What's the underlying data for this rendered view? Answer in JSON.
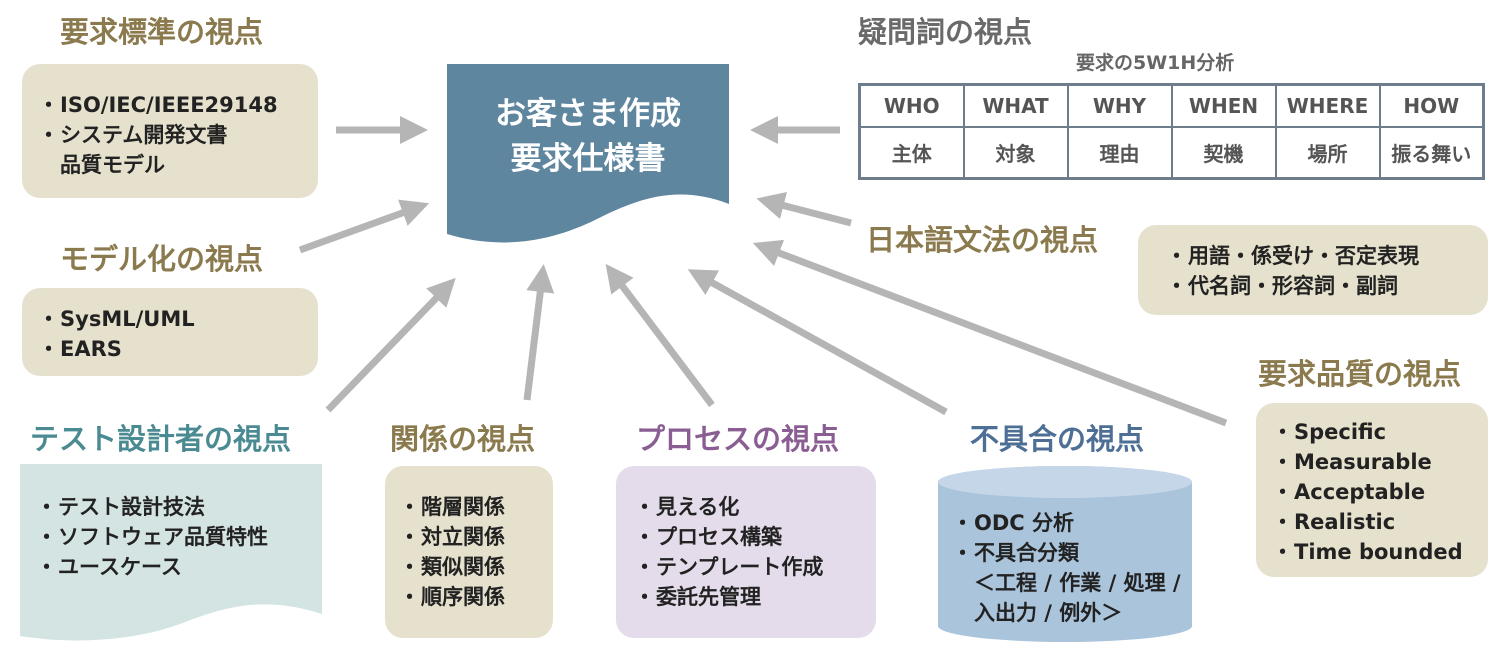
{
  "center": {
    "line1": "お客さま作成",
    "line2": "要求仕様書"
  },
  "standards": {
    "title": "要求標準の視点",
    "items": [
      "ISO/IEC/IEEE29148",
      "システム開発文書",
      "品質モデル"
    ]
  },
  "modeling": {
    "title": "モデル化の視点",
    "items": [
      "SysML/UML",
      "EARS"
    ]
  },
  "test": {
    "title": "テスト設計者の視点",
    "items": [
      "テスト設計技法",
      "ソフトウェア品質特性",
      "ユースケース"
    ]
  },
  "relation": {
    "title": "関係の視点",
    "items": [
      "階層関係",
      "対立関係",
      "類似関係",
      "順序関係"
    ]
  },
  "process": {
    "title": "プロセスの視点",
    "items": [
      "見える化",
      "プロセス構築",
      "テンプレート作成",
      "委託先管理"
    ]
  },
  "defect": {
    "title": "不具合の視点",
    "items": [
      "ODC 分析",
      "不具合分類",
      "＜工程 / 作業 / 処理 /",
      "入出力 / 例外＞"
    ]
  },
  "interrogative": {
    "title": "疑問詞の視点",
    "subtitle": "要求の5W1H分析",
    "headers": [
      "WHO",
      "WHAT",
      "WHY",
      "WHEN",
      "WHERE",
      "HOW"
    ],
    "values": [
      "主体",
      "対象",
      "理由",
      "契機",
      "場所",
      "振る舞い"
    ]
  },
  "grammar": {
    "title": "日本語文法の視点",
    "items": [
      "用語・係受け・否定表現",
      "代名詞・形容詞・副詞"
    ]
  },
  "quality": {
    "title": "要求品質の視点",
    "items": [
      "Specific",
      "Measurable",
      "Acceptable",
      "Realistic",
      "Time bounded"
    ]
  },
  "colors": {
    "center_fill": "#5f869f",
    "beige_box": "#e6e1cd",
    "lavender_box": "#e4dcea",
    "teal_doc": "#d3e4e3",
    "db_fill": "#aac4dc",
    "arrow": "#b5b5b5",
    "title_olive": "#8a7a4d",
    "title_teal": "#4a8a92",
    "title_purple": "#8a5e92",
    "title_blue": "#4d6f95"
  }
}
